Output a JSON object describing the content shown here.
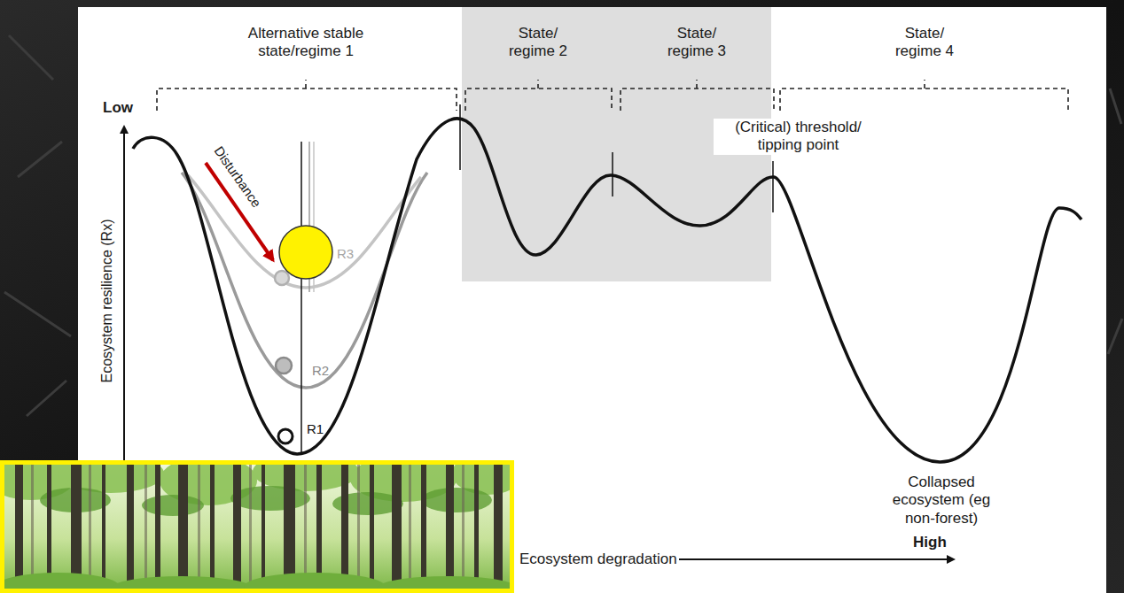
{
  "diagram": {
    "nodes": [
      {
        "text": [
          "State/ regime 2",
          "State/ regime 3"
        ]
      }
    ],
    "labels": [
      "Alternative stable state/regime 1",
      "State/ regime 4",
      "(Critical) threshold/ tipping point",
      "Low",
      "Ecosystem resilience (Rx)",
      "Disturbance",
      "R3",
      "R2",
      "R1",
      "Collapsed ecosystem (eg non-forest)",
      "Ecosystem degradation",
      "High"
    ]
  }
}
